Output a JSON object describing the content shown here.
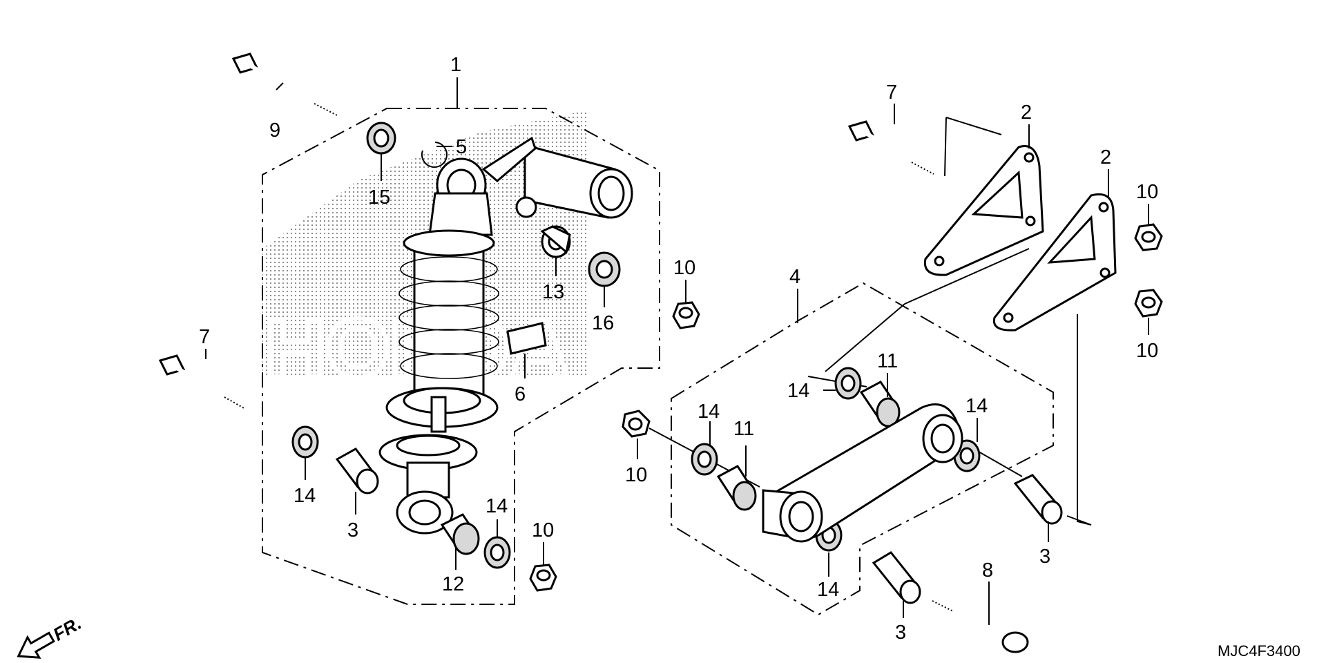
{
  "diagram_code": "MJC4F3400",
  "front_marker": "FR.",
  "brand_watermark": "HONDA",
  "callouts": {
    "c1": "1",
    "c2a": "2",
    "c2b": "2",
    "c3a": "3",
    "c3b": "3",
    "c3c": "3",
    "c4": "4",
    "c5": "5",
    "c6": "6",
    "c7a": "7",
    "c7b": "7",
    "c8": "8",
    "c9": "9",
    "c10a": "10",
    "c10b": "10",
    "c10c": "10",
    "c10d": "10",
    "c10e": "10",
    "c11a": "11",
    "c11b": "11",
    "c12": "12",
    "c13": "13",
    "c14a": "14",
    "c14b": "14",
    "c14c": "14",
    "c14d": "14",
    "c14e": "14",
    "c15": "15",
    "c16": "16"
  },
  "colors": {
    "ink": "#000000",
    "paper": "#ffffff",
    "stipple": "#000000"
  }
}
